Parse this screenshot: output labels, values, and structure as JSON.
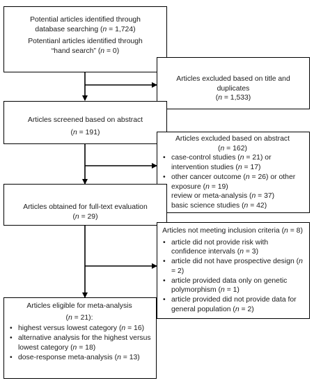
{
  "boxes": {
    "b1": {
      "line1": "Potential articles identified through",
      "line2_pre": "database searching (",
      "line2_n": "n",
      "line2_post": " = 1,724)",
      "line3": "Potentianl articles identified through",
      "line4_pre": "“hand search” (",
      "line4_n": "n",
      "line4_post": " = 0)"
    },
    "b2": {
      "line1": "Articles excluded based on title and duplicates",
      "line2_pre": "(",
      "line2_n": "n",
      "line2_post": " = 1,533)"
    },
    "b3": {
      "line1": "Articles screened based on abstract",
      "line2_pre": "(",
      "line2_n": "n",
      "line2_post": " = 191)"
    },
    "b4": {
      "title": "Articles excluded based on abstract",
      "count_pre": "(",
      "count_n": "n",
      "count_post": " = 162)",
      "items": [
        {
          "a": "case-control studies (",
          "n": "n",
          "b": " = 21) or intervention studies (",
          "n2": "n",
          "c": " = 17)"
        },
        {
          "a": "other cancer outcome (",
          "n": "n",
          "b": " = 26) or other exposure (",
          "n2": "n",
          "c": " = 19)"
        },
        {
          "a": "review or meta-analysis (",
          "n": "n",
          "b": " = 37)",
          "n2": "",
          "c": ""
        },
        {
          "a": "basic science studies (",
          "n": "n",
          "b": " = 42)",
          "n2": "",
          "c": ""
        }
      ]
    },
    "b5": {
      "line1": "Articles obtained for full-text evaluation",
      "line2_pre": "(",
      "line2_n": "n",
      "line2_post": " = 29)"
    },
    "b6": {
      "title_pre": "Articles not meeting inclusion criteria (",
      "title_n": "n",
      "title_post": " = 8)",
      "items": [
        {
          "a": "article did not provide risk with confidence intervals (",
          "n": "n",
          "b": " = 3)"
        },
        {
          "a": "article did not have prospective design (",
          "n": "n",
          "b": " = 2)"
        },
        {
          "a": "article provided data only on genetic polymorphism (",
          "n": "n",
          "b": " = 1)"
        },
        {
          "a": "article provided did not provide data for general population (",
          "n": "n",
          "b": " = 2)"
        }
      ]
    },
    "b7": {
      "title": "Articles eligible for meta-analysis",
      "count_pre": "(",
      "count_n": "n",
      "count_post": " = 21):",
      "items": [
        {
          "a": "highest versus lowest category (",
          "n": "n",
          "b": " = 16)"
        },
        {
          "a": "alternative analysis for the highest versus lowest category (",
          "n": "n",
          "b": " = 18)"
        },
        {
          "a": "dose-response meta-analysis (",
          "n": "n",
          "b": " = 13)"
        }
      ]
    }
  }
}
